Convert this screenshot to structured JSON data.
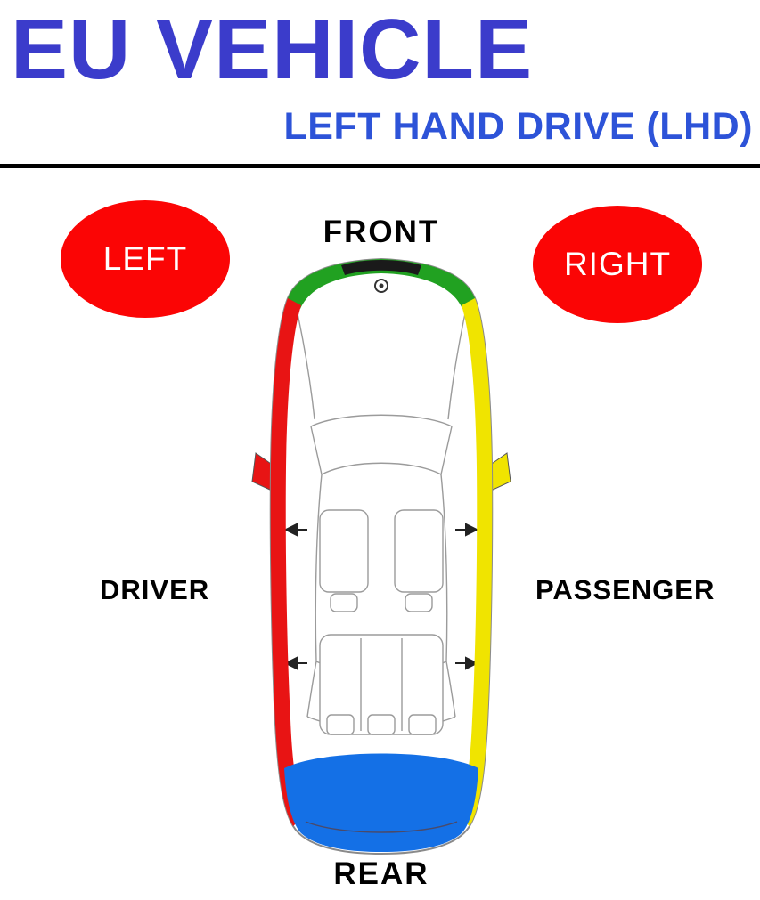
{
  "header": {
    "title": "EU VEHICLE",
    "subtitle": "LEFT HAND DRIVE (LHD)"
  },
  "labels": {
    "front": "FRONT",
    "rear": "REAR",
    "driver": "DRIVER",
    "passenger": "PASSENGER",
    "left": "LEFT",
    "right": "RIGHT"
  },
  "colors": {
    "title_blue": "#3b3ccb",
    "subtitle_blue": "#2d53d8",
    "badge_red": "#fb0505",
    "front_green": "#21a121",
    "left_red": "#e81414",
    "right_yellow": "#f0e400",
    "rear_blue": "#1470e6",
    "outline_gray": "#8a8a8a",
    "detail_gray": "#9b9b9b",
    "grille_black": "#1a1a1a"
  }
}
